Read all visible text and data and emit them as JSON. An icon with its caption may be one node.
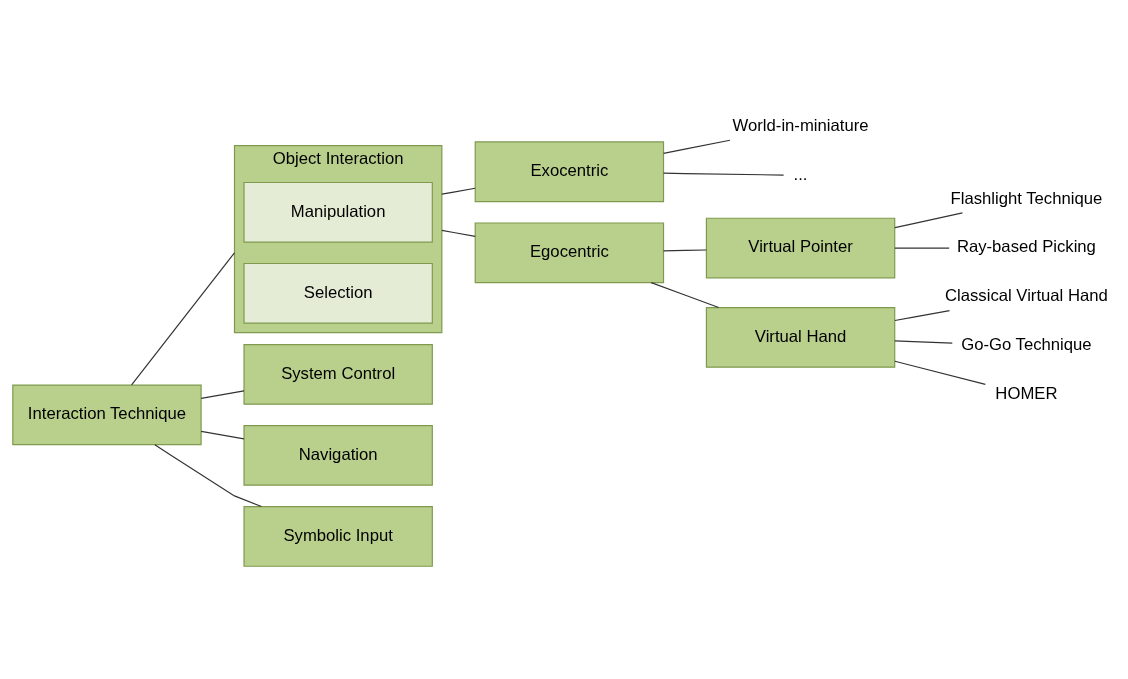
{
  "diagram": {
    "nodes": [
      {
        "text": [
          "Interaction Technique"
        ]
      },
      {
        "text": [
          "Object Interaction"
        ]
      },
      {
        "text": [
          "Manipulation"
        ],
        "in": 1
      },
      {
        "text": [
          "Selection"
        ],
        "in": 1
      },
      {
        "text": [
          "System Control"
        ]
      },
      {
        "text": [
          "Navigation"
        ]
      },
      {
        "text": [
          "Symbolic Input"
        ]
      },
      {
        "text": [
          "Exocentric"
        ]
      },
      {
        "text": [
          "Egocentric"
        ]
      },
      {
        "text": [
          "World-in-miniature"
        ]
      },
      {
        "text": [
          "..."
        ]
      },
      {
        "text": [
          "Virtual Pointer"
        ]
      },
      {
        "text": [
          "Virtual Hand"
        ]
      },
      {
        "text": [
          "Flashlight Technique"
        ]
      },
      {
        "text": [
          "Ray-based Picking"
        ]
      },
      {
        "text": [
          "Classical Virtual Hand"
        ]
      },
      {
        "text": [
          "Go-Go Technique"
        ]
      },
      {
        "text": [
          "HOMER"
        ]
      }
    ],
    "edges": [
      {
        "from": 0,
        "to": 1,
        "arrow": "none"
      },
      {
        "from": 0,
        "to": 4,
        "arrow": "none"
      },
      {
        "from": 0,
        "to": 5,
        "arrow": "none"
      },
      {
        "from": 0,
        "to": 6,
        "arrow": "none"
      },
      {
        "from": 1,
        "to": 7,
        "arrow": "none"
      },
      {
        "from": 1,
        "to": 8,
        "arrow": "none"
      },
      {
        "from": 7,
        "to": 9,
        "arrow": "none"
      },
      {
        "from": 7,
        "to": 10,
        "arrow": "none"
      },
      {
        "from": 8,
        "to": 11,
        "arrow": "none"
      },
      {
        "from": 8,
        "to": 12,
        "arrow": "none"
      },
      {
        "from": 11,
        "to": 13,
        "arrow": "none"
      },
      {
        "from": 11,
        "to": 14,
        "arrow": "none"
      },
      {
        "from": 12,
        "to": 15,
        "arrow": "none"
      },
      {
        "from": 12,
        "to": 16,
        "arrow": "none"
      },
      {
        "from": 12,
        "to": 17,
        "arrow": "none"
      }
    ]
  }
}
